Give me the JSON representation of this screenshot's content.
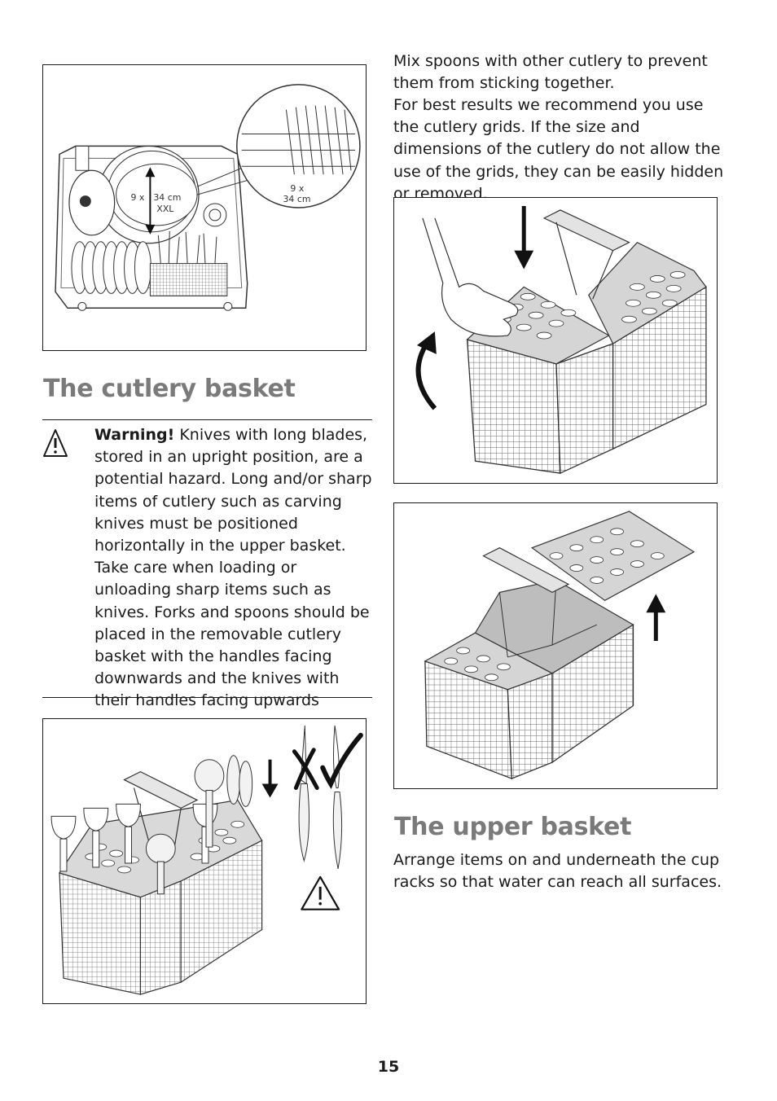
{
  "left_column": {
    "figure1": {
      "label_left_count": "9 x",
      "label_left_size": "34 cm",
      "label_left_class": "XXL",
      "label_right_count": "9 x",
      "label_right_size": "34 cm"
    },
    "heading": "The cutlery basket",
    "warning": {
      "icon": "warning-triangle-icon",
      "title": "Warning!",
      "text": " Knives with long blades, stored in an upright position, are a potential hazard. Long and/or sharp items of cutlery such as carving knives must be positioned horizontally in the upper basket. Take care when loading or unloading sharp items such as knives. Forks and spoons should be placed in the removable cutlery basket with the handles facing downwards and the knives with their handles facing upwards"
    },
    "figure4": {
      "wrong_icon": "cross-icon",
      "right_icon": "check-icon",
      "hazard_icon": "warning-triangle-icon"
    }
  },
  "right_column": {
    "intro": "Mix spoons with other cutlery to prevent them from sticking together.",
    "intro2": "For best results we recommend you use the cutlery grids. If the size and dimensions of the cutlery do not allow the use of the grids, they can be easily hidden or removed.",
    "heading": "The upper basket",
    "upper_text": "Arrange items on and underneath the cup racks so that water can reach all surfaces."
  },
  "page_number": "15"
}
